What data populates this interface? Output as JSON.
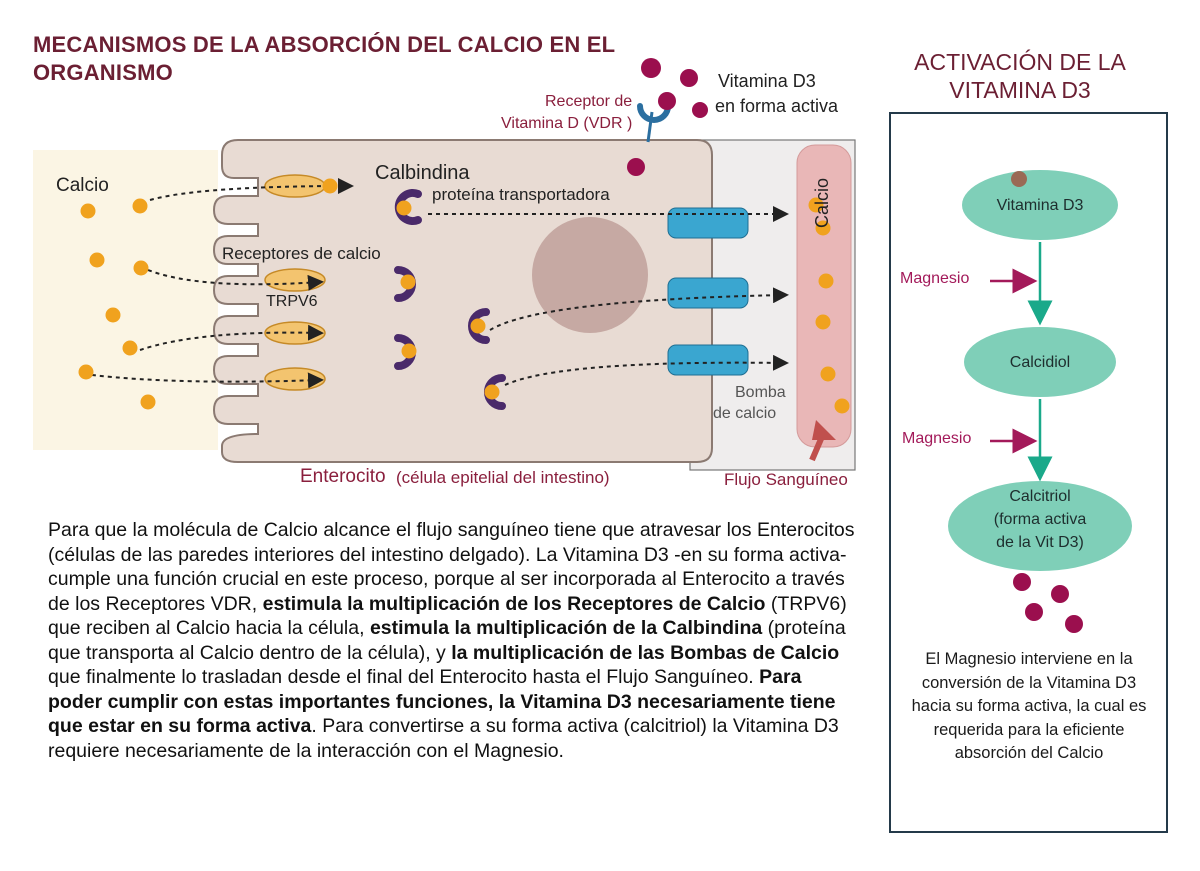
{
  "title": "MECANISMOS DE LA ABSORCIÓN DEL CALCIO EN EL ORGANISMO",
  "side_title": "ACTIVACIÓN DE LA VITAMINA D3",
  "diagram": {
    "vitamina_label_1": "Vitamina D3",
    "vitamina_label_2": "en forma activa",
    "receptor_label_1": "Receptor de",
    "receptor_label_2": "Vitamina D (VDR )",
    "calcio_left": "Calcio",
    "calbindina": "Calbindina",
    "proteina": "proteína transportadora",
    "receptores": "Receptores de calcio",
    "trpv6": "TRPV6",
    "bomba_1": "Bomba",
    "bomba_2": "de calcio",
    "calcio_vertical": "Calcio",
    "enterocito": "Enterocito",
    "enterocito_sub": "(célula epitelial del intestino)",
    "flujo": "Flujo Sanguíneo"
  },
  "paragraph": [
    {
      "t": "Para que la molécula de Calcio alcance el flujo sanguíneo tiene que atravesar los Enterocitos (células de las paredes interiores del intestino delgado). La Vitamina D3 -en su forma activa- cumple una función crucial en este proceso, porque al ser incorporada al Enterocito a través de los Receptores VDR, ",
      "b": false
    },
    {
      "t": "estimula la multiplicación de los Receptores de Calcio",
      "b": true
    },
    {
      "t": " (TRPV6) que reciben al Calcio hacia la célula, ",
      "b": false
    },
    {
      "t": "estimula la multiplicación de la Calbindina",
      "b": true
    },
    {
      "t": " (proteína que transporta al Calcio dentro de la célula), y ",
      "b": false
    },
    {
      "t": "la multiplicación de las Bombas de Calcio",
      "b": true
    },
    {
      "t": " que finalmente lo trasladan desde el final del Enterocito hasta el Flujo Sanguíneo. ",
      "b": false
    },
    {
      "t": "Para poder cumplir con estas importantes funciones, la Vitamina D3 necesariamente tiene que estar en su forma activa",
      "b": true
    },
    {
      "t": ". Para convertirse a su forma activa (calcitriol) la Vitamina D3 requiere necesariamente de la interacción con el Magnesio.",
      "b": false
    }
  ],
  "activation": {
    "step1": "Vitamina D3",
    "magnesio_1": "Magnesio",
    "step2": "Calcidiol",
    "magnesio_2": "Magnesio",
    "step3_1": "Calcitriol",
    "step3_2": "(forma activa",
    "step3_3": "de la Vit D3)",
    "note": "El Magnesio interviene en la conversión de la Vitamina D3 hacia su forma activa, la cual es requerida para la eficiente absorción del Calcio"
  },
  "colors": {
    "title": "#6b1f33",
    "calcium": "#f0a21e",
    "vitamin": "#9b0f4e",
    "ellipse": "#7fcfb8",
    "arrow_teal": "#1aa98a",
    "magnesio": "#a31a5a"
  }
}
